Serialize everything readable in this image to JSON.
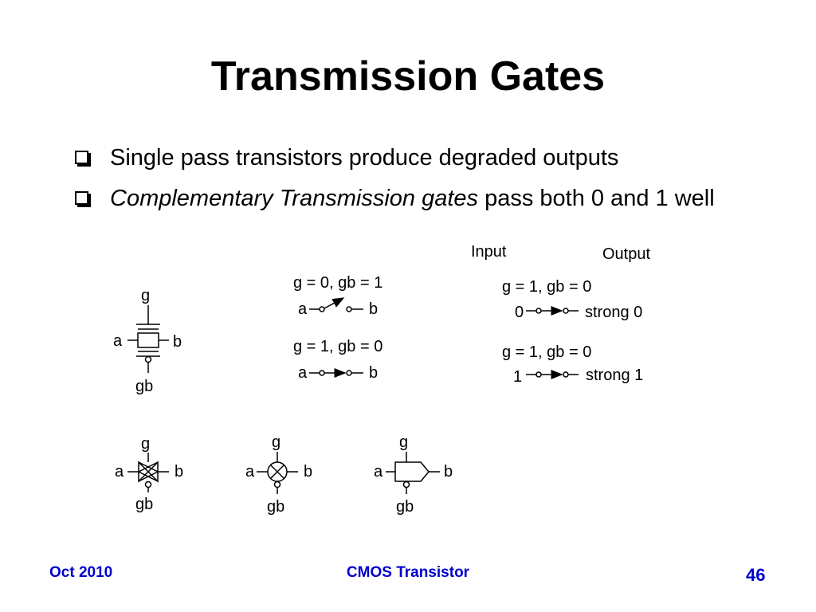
{
  "title": "Transmission Gates",
  "bullets": [
    {
      "text": "Single pass transistors produce degraded outputs"
    },
    {
      "italic": "Complementary Transmission gates",
      "rest": " pass both 0 and 1 well"
    }
  ],
  "diagram": {
    "main_gate": {
      "g": "g",
      "a": "a",
      "b": "b",
      "gb": "gb"
    },
    "switch_open": {
      "condition": "g = 0, gb = 1",
      "a": "a",
      "b": "b"
    },
    "switch_closed": {
      "condition": "g = 1, gb = 0",
      "a": "a",
      "b": "b"
    },
    "input_label": "Input",
    "output_label": "Output",
    "example1": {
      "condition": "g = 1, gb = 0",
      "input": "0",
      "output": "strong 0"
    },
    "example2": {
      "condition": "g = 1, gb = 0",
      "input": "1",
      "output": "strong 1"
    },
    "symbols": [
      {
        "g": "g",
        "a": "a",
        "b": "b",
        "gb": "gb"
      },
      {
        "g": "g",
        "a": "a",
        "b": "b",
        "gb": "gb"
      },
      {
        "g": "g",
        "a": "a",
        "b": "b",
        "gb": "gb"
      }
    ]
  },
  "footer": {
    "date": "Oct 2010",
    "course": "CMOS Transistor",
    "page": "46"
  }
}
